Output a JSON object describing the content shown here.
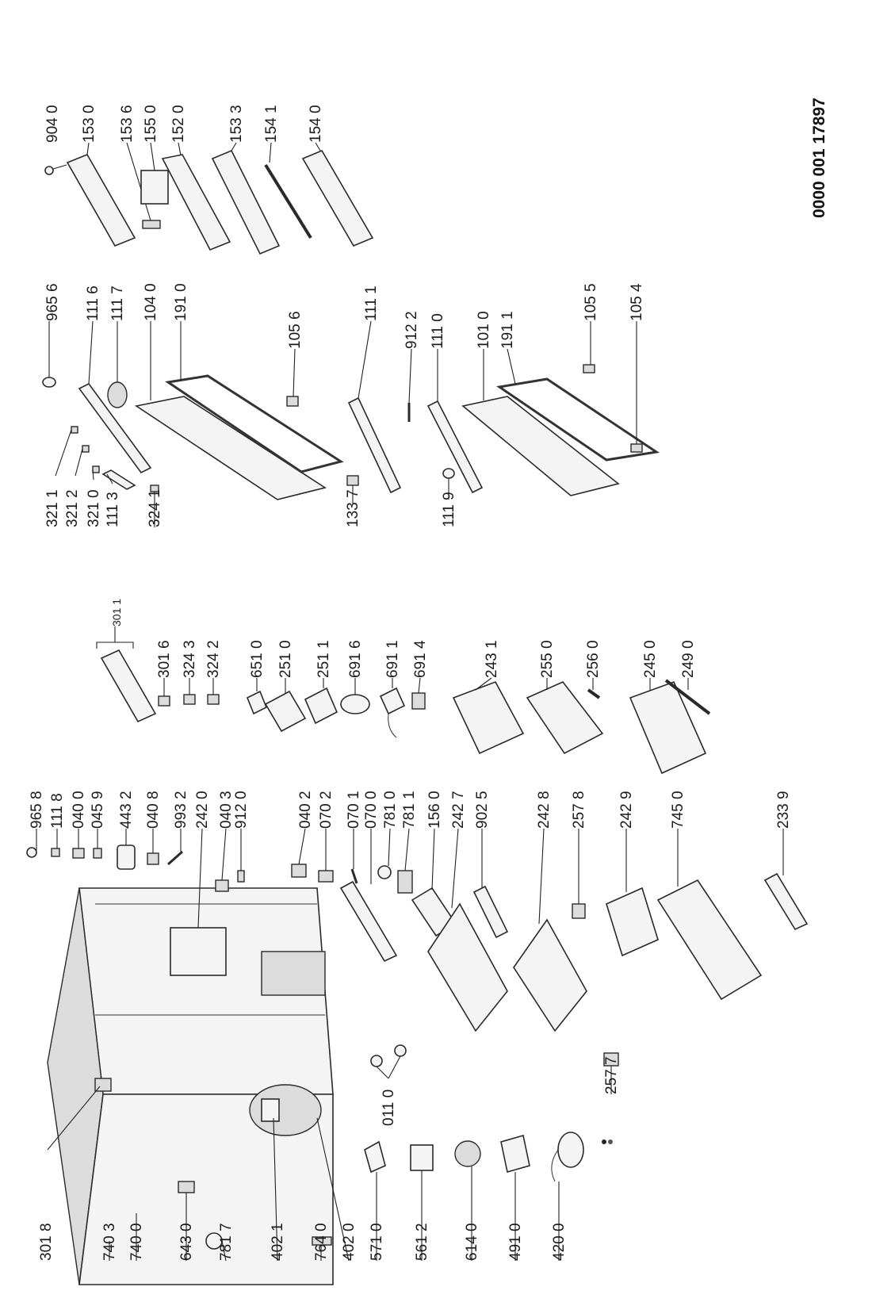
{
  "document_number": "0000 001 17897",
  "labels": {
    "p9040": "904 0",
    "p1530": "153 0",
    "p1536": "153 6",
    "p1550": "155 0",
    "p1520": "152 0",
    "p1533": "153 3",
    "p1541": "154 1",
    "p1540": "154 0",
    "p9656": "965 6",
    "p1116": "111 6",
    "p1117": "111 7",
    "p1040": "104 0",
    "p1910": "191 0",
    "p1056": "105 6",
    "p1111": "111 1",
    "p9122": "912 2",
    "p1110": "111 0",
    "p1010": "101 0",
    "p1911": "191 1",
    "p1055": "105 5",
    "p1054": "105 4",
    "p3211": "321 1",
    "p3212": "321 2",
    "p3210": "321 0",
    "p1113": "111 3",
    "p3241": "324 1",
    "p1337": "133 7",
    "p1119": "111 9",
    "p3011": "301 1",
    "p3016": "301 6",
    "p3243": "324 3",
    "p3242": "324 2",
    "p6510": "651 0",
    "p2510": "251 0",
    "p2511": "251 1",
    "p6916": "691 6",
    "p6911": "691 1",
    "p6914": "691 4",
    "p2431": "243 1",
    "p2550": "255 0",
    "p2560": "256 0",
    "p2450": "245 0",
    "p2490": "249 0",
    "p9658": "965 8",
    "p1118": "111 8",
    "p0400": "040 0",
    "p0459": "045 9",
    "p4432": "443 2",
    "p0408": "040 8",
    "p9932": "993 2",
    "p2420": "242 0",
    "p0403": "040 3",
    "p9120": "912 0",
    "p0402": "040 2",
    "p0702": "070 2",
    "p0701": "070 1",
    "p0700": "070 0",
    "p7810": "781 0",
    "p7811": "781 1",
    "p1560": "156 0",
    "p2427": "242 7",
    "p9025": "902 5",
    "p2428": "242 8",
    "p2578": "257 8",
    "p2429": "242 9",
    "p7450": "745 0",
    "p2339": "233 9",
    "p3018": "301 8",
    "p7403": "740 3",
    "p7400": "740 0",
    "p6430": "643 0",
    "p7817": "781 7",
    "p4021": "402 1",
    "p7640": "764 0",
    "p4020": "402 0",
    "p5710": "571 0",
    "p5612": "561 2",
    "p6140": "614 0",
    "p4910": "491 0",
    "p4200": "420 0",
    "p0110": "011 0",
    "p2577": "257 7"
  }
}
